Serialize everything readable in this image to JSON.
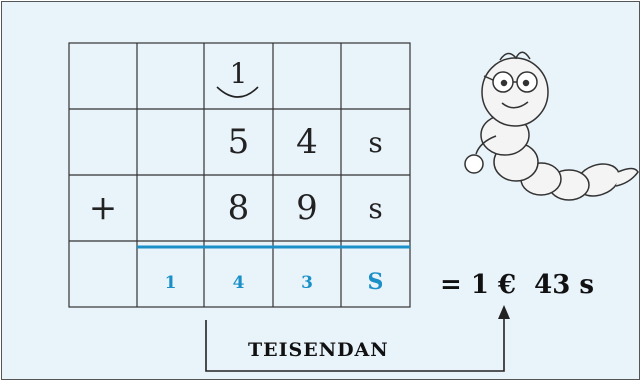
{
  "rows": [
    [
      "",
      "",
      "1",
      "",
      ""
    ],
    [
      "",
      "",
      "5",
      "4",
      "s"
    ],
    [
      "+",
      "",
      "8",
      "9",
      "s"
    ],
    [
      "",
      "1",
      "4",
      "3",
      "S"
    ]
  ],
  "result": "= 1 €  43 s",
  "bracket_label": "TEISENDAN",
  "colors": {
    "accent": "#1a8fc8",
    "panel": "#e9f3fa"
  },
  "icons": {
    "mascot": "worm-with-glasses-icon"
  }
}
